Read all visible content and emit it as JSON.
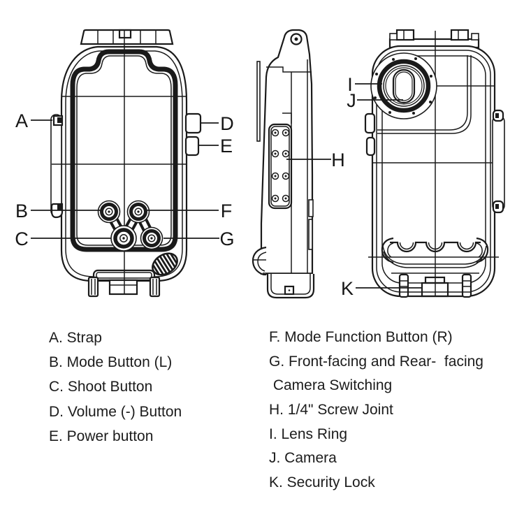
{
  "figure": {
    "description": "Waterproof phone housing parts diagram, three views",
    "callouts": {
      "a": "A",
      "b": "B",
      "c": "C",
      "d": "D",
      "e": "E",
      "f": "F",
      "g": "G",
      "h": "H",
      "i": "I",
      "j": "J",
      "k": "K"
    }
  },
  "legend": {
    "left_items": [
      "A. Strap",
      "B. Mode Button (L)",
      "C. Shoot Button",
      "D. Volume (-) Button",
      "E. Power button"
    ],
    "right_items": [
      "F. Mode Function Button (R)",
      "G. Front-facing and Rear-  facing",
      " Camera Switching",
      "H. 1/4\" Screw Joint",
      "I. Lens Ring",
      "J. Camera",
      "K. Security Lock"
    ]
  },
  "colors": {
    "ink": "#1a1a1a",
    "background": "#ffffff"
  }
}
